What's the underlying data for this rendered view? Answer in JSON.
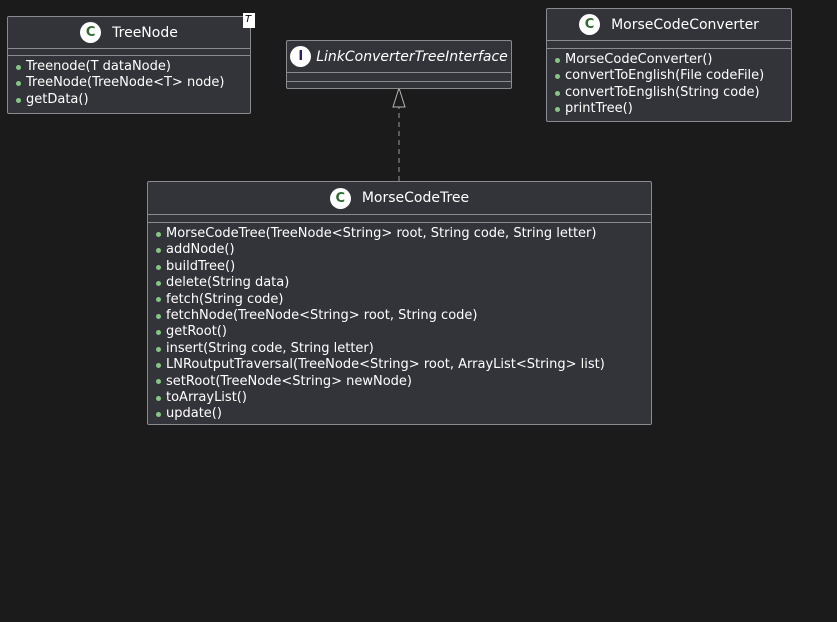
{
  "diagram": {
    "classes": {
      "tree_node": {
        "name": "TreeNode",
        "badge": "C",
        "generic": "T",
        "methods": [
          "Treenode(T dataNode)",
          "TreeNode(TreeNode<T> node)",
          "getData()"
        ]
      },
      "link_interface": {
        "name": "LinkConverterTreeInterface",
        "badge": "I",
        "methods": []
      },
      "converter": {
        "name": "MorseCodeConverter",
        "badge": "C",
        "methods": [
          "MorseCodeConverter()",
          "convertToEnglish(File codeFile)",
          "convertToEnglish(String code)",
          "printTree()"
        ]
      },
      "morse_tree": {
        "name": "MorseCodeTree",
        "badge": "C",
        "methods": [
          "MorseCodeTree(TreeNode<String> root, String code, String letter)",
          "addNode()",
          "buildTree()",
          "delete(String data)",
          "fetch(String code)",
          "fetchNode(TreeNode<String> root, String code)",
          "getRoot()",
          "insert(String code, String letter)",
          "LNRoutputTraversal(TreeNode<String> root, ArrayList<String> list)",
          "setRoot(TreeNode<String> newNode)",
          "toArrayList()",
          "update()"
        ]
      }
    },
    "relations": [
      {
        "from": "MorseCodeTree",
        "to": "LinkConverterTreeInterface",
        "kind": "realization"
      }
    ]
  },
  "colors": {
    "background": "#1b1b1c",
    "box_fill": "#33343a",
    "border": "#8a8b91",
    "method_dot": "#84c784"
  }
}
